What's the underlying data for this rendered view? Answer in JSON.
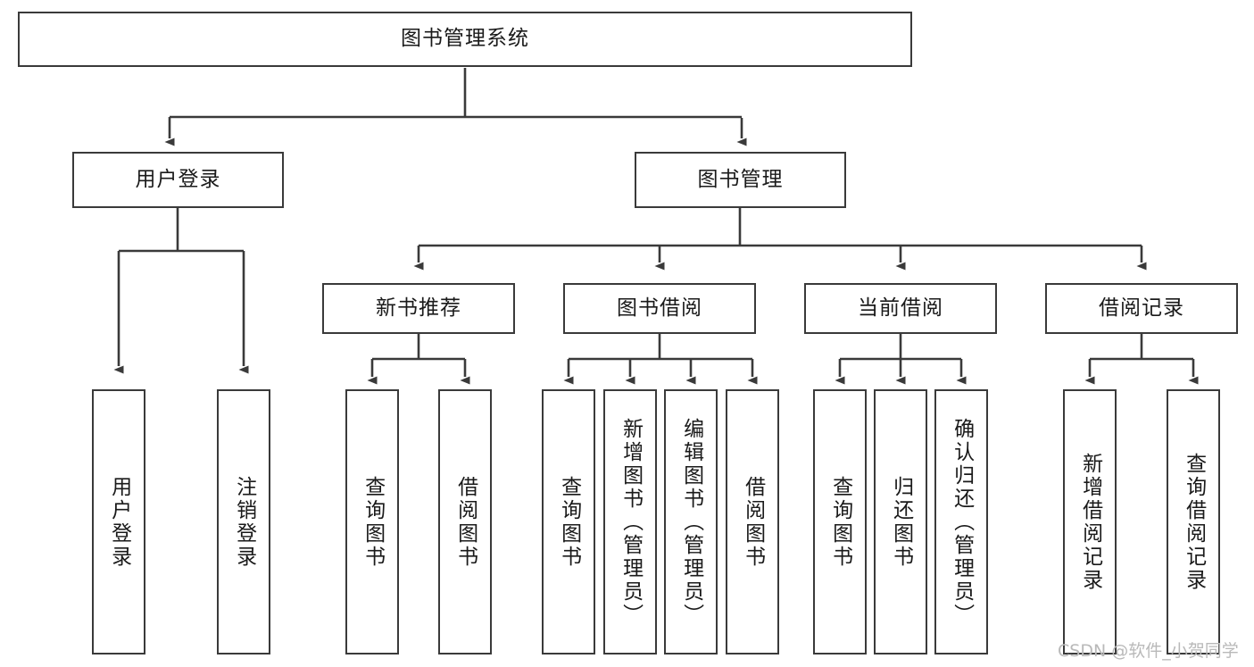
{
  "diagram": {
    "title": "图书管理系统",
    "type": "tree-hierarchy-diagram",
    "colors": {
      "box_border": "#3a3a3a",
      "box_fill": "#ffffff",
      "connector": "#3a3a3a",
      "text": "#1a1a1a",
      "watermark": "#b9b9b9",
      "background": "#ffffff"
    },
    "root": {
      "label": "图书管理系统"
    },
    "level2": [
      {
        "label": "用户登录"
      },
      {
        "label": "图书管理"
      }
    ],
    "level3": [
      {
        "label": "新书推荐"
      },
      {
        "label": "图书借阅"
      },
      {
        "label": "当前借阅"
      },
      {
        "label": "借阅记录"
      }
    ],
    "leaves": {
      "user_login": [
        {
          "label": "用户登录"
        },
        {
          "label": "注销登录"
        }
      ],
      "new_book": [
        {
          "label": "查询图书"
        },
        {
          "label": "借阅图书"
        }
      ],
      "book_borrow": [
        {
          "label": "查询图书"
        },
        {
          "label": "新增图书（管理员）"
        },
        {
          "label": "编辑图书（管理员）"
        },
        {
          "label": "借阅图书"
        }
      ],
      "current_borrow": [
        {
          "label": "查询图书"
        },
        {
          "label": "归还图书"
        },
        {
          "label": "确认归还（管理员）"
        }
      ],
      "borrow_record": [
        {
          "label": "新增借阅记录"
        },
        {
          "label": "查询借阅记录"
        }
      ]
    }
  },
  "watermark": {
    "text": "CSDN @软件_小贺同学"
  }
}
